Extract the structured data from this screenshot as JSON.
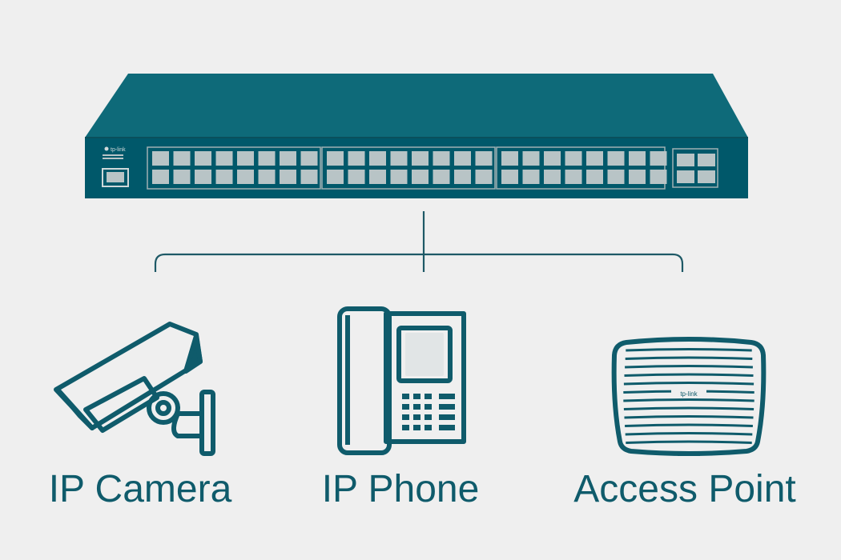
{
  "switch": {
    "brand": "tp-link",
    "port_count": 48,
    "sfp_count": 4
  },
  "devices": [
    {
      "label": "IP Camera",
      "icon": "ip-camera-icon"
    },
    {
      "label": "IP Phone",
      "icon": "ip-phone-icon"
    },
    {
      "label": "Access Point",
      "icon": "access-point-icon"
    }
  ],
  "access_point": {
    "brand": "tp-link"
  },
  "colors": {
    "background": "#efefef",
    "device_fill": "#00606f",
    "stroke": "#0f5b6b",
    "port": "#b8c4c6"
  }
}
